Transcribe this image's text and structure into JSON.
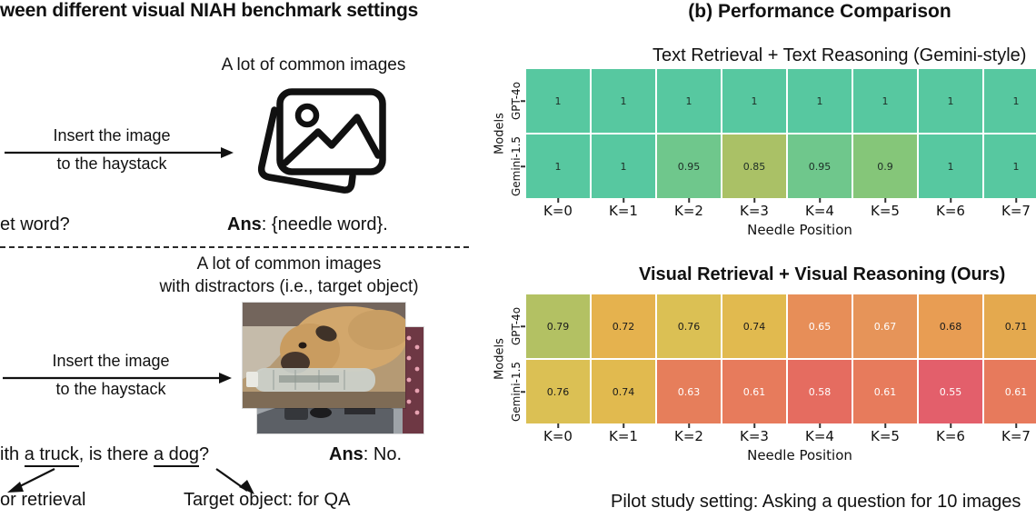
{
  "left_panel": {
    "title": "ween different visual NIAH benchmark settings",
    "section_text": {
      "caption": "A lot of common images",
      "arrow_line1": "Insert the image",
      "arrow_line2": "to the haystack",
      "question_fragment": "et word?",
      "answer_prefix": "Ans",
      "answer_rest": ": {needle word}."
    },
    "section_visual": {
      "caption_line1": "A lot of common images",
      "caption_line2": "with distractors (i.e., target object)",
      "arrow_line1": "Insert the image",
      "arrow_line2": "to the haystack",
      "question": {
        "p1": "ith ",
        "u1": "a truck",
        "p2": ", is there ",
        "u2": "a dog",
        "p3": "?"
      },
      "answer_prefix": "Ans",
      "answer_rest": ": No.",
      "anchor_note": "or retrieval",
      "target_note": "Target object: for QA"
    }
  },
  "right_panel": {
    "title": "(b) Performance Comparison",
    "caption": "Pilot study setting: Asking a question for 10 images"
  },
  "chart_data": [
    {
      "type": "heatmap",
      "title": "Text Retrieval + Text Reasoning (Gemini-style)",
      "title_bold": false,
      "xlabel": "Needle Position",
      "ylabel": "Models",
      "categories": [
        "K=0",
        "K=1",
        "K=2",
        "K=3",
        "K=4",
        "K=5",
        "K=6",
        "K=7"
      ],
      "value_range": [
        0,
        1
      ],
      "grid_gap_color": "#ffffff",
      "rows": [
        {
          "name": "GPT-4o",
          "values": [
            "1",
            "1",
            "1",
            "1",
            "1",
            "1",
            "1",
            "1"
          ],
          "colors": [
            "#57c8a0",
            "#57c8a0",
            "#57c8a0",
            "#57c8a0",
            "#57c8a0",
            "#57c8a0",
            "#57c8a0",
            "#57c8a0"
          ],
          "text_colors": [
            "#1d2d26",
            "#1d2d26",
            "#1d2d26",
            "#1d2d26",
            "#1d2d26",
            "#1d2d26",
            "#1d2d26",
            "#1d2d26"
          ]
        },
        {
          "name": "Gemini-1.5",
          "values": [
            "1",
            "1",
            "0.95",
            "0.85",
            "0.95",
            "0.9",
            "1",
            "1"
          ],
          "colors": [
            "#57c8a0",
            "#57c8a0",
            "#6fc78c",
            "#aac166",
            "#6fc78c",
            "#85c679",
            "#57c8a0",
            "#57c8a0"
          ],
          "text_colors": [
            "#1d2d26",
            "#1d2d26",
            "#1d2d26",
            "#1d2d26",
            "#1d2d26",
            "#1d2d26",
            "#1d2d26",
            "#1d2d26"
          ]
        }
      ]
    },
    {
      "type": "heatmap",
      "title": "Visual Retrieval + Visual Reasoning (Ours)",
      "title_bold": true,
      "xlabel": "Needle Position",
      "ylabel": "Models",
      "categories": [
        "K=0",
        "K=1",
        "K=2",
        "K=3",
        "K=4",
        "K=5",
        "K=6",
        "K=7"
      ],
      "value_range": [
        0,
        1
      ],
      "grid_gap_color": "#ffffff",
      "rows": [
        {
          "name": "GPT-4o",
          "values": [
            "0.79",
            "0.72",
            "0.76",
            "0.74",
            "0.65",
            "0.67",
            "0.68",
            "0.71"
          ],
          "colors": [
            "#b3c163",
            "#e5b24e",
            "#dbc054",
            "#e1ba4f",
            "#e78e58",
            "#e69459",
            "#e89d53",
            "#e4a94e"
          ],
          "text_colors": [
            "#1a1a1a",
            "#1a1a1a",
            "#1a1a1a",
            "#1a1a1a",
            "#ffffff",
            "#ffffff",
            "#1a1a1a",
            "#1a1a1a"
          ]
        },
        {
          "name": "Gemini-1.5",
          "values": [
            "0.76",
            "0.74",
            "0.63",
            "0.61",
            "0.58",
            "0.61",
            "0.55",
            "0.61"
          ],
          "colors": [
            "#dbc054",
            "#e1ba4f",
            "#e67e5b",
            "#e77b5c",
            "#e56c60",
            "#e77b5c",
            "#e35f6b",
            "#e77a5c"
          ],
          "text_colors": [
            "#1a1a1a",
            "#1a1a1a",
            "#ffffff",
            "#ffffff",
            "#ffffff",
            "#ffffff",
            "#ffffff",
            "#ffffff"
          ]
        }
      ]
    }
  ]
}
